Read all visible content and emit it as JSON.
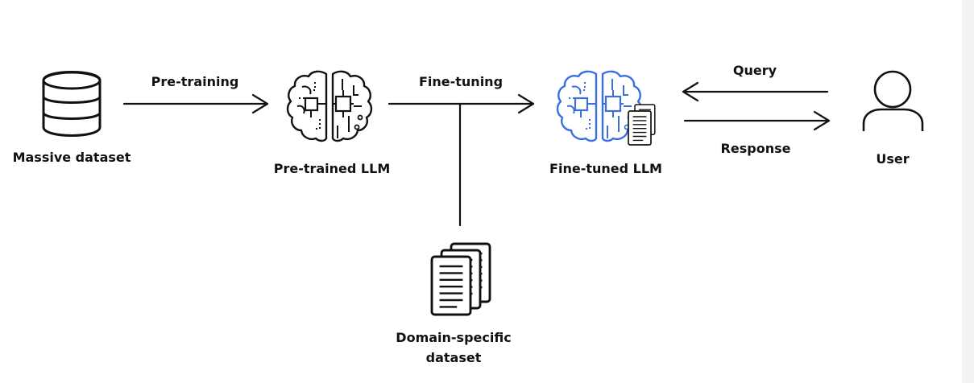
{
  "colors": {
    "ink": "#111111",
    "accent": "#3b6fe0",
    "background": "#ffffff",
    "scrollbar_strip": "#f3f3f3"
  },
  "nodes": {
    "massive_dataset": {
      "label": "Massive dataset",
      "icon": "database-icon"
    },
    "pretrained_llm": {
      "label": "Pre-trained LLM",
      "icon": "brain-chip-icon"
    },
    "finetuned_llm": {
      "label": "Fine-tuned LLM",
      "icon": "brain-chip-documents-icon"
    },
    "user": {
      "label": "User",
      "icon": "user-icon"
    },
    "domain_dataset": {
      "label_line1": "Domain-specific",
      "label_line2": "dataset",
      "icon": "documents-stack-icon"
    }
  },
  "edges": {
    "pretraining": {
      "label": "Pre-training"
    },
    "finetuning": {
      "label": "Fine-tuning"
    },
    "query": {
      "label": "Query"
    },
    "response": {
      "label": "Response"
    }
  }
}
